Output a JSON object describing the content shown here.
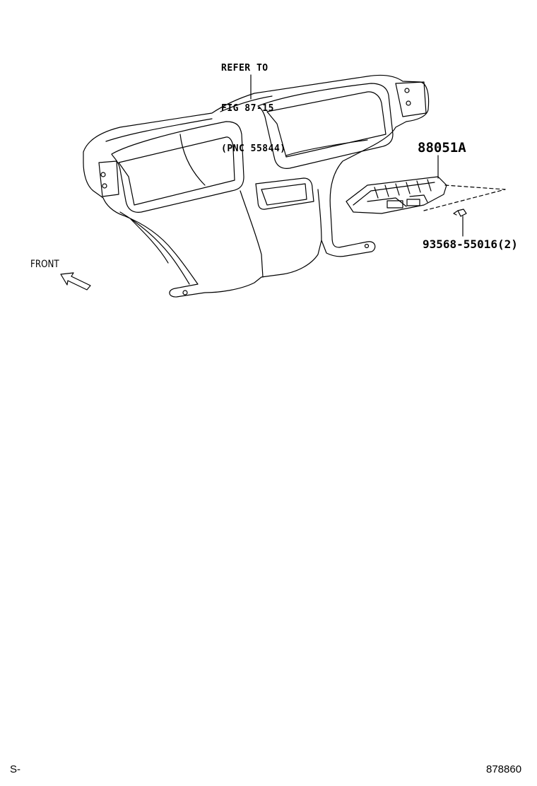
{
  "refer": {
    "line1": "REFER TO",
    "line2": "FIG 87-15",
    "line3": "(PNC 55844)"
  },
  "parts": {
    "main": "88051A",
    "screw": "93568-55016(2)"
  },
  "direction_label": "FRONT",
  "footer": {
    "left": "S-",
    "right": "878860"
  },
  "colors": {
    "line": "#000000",
    "background": "#ffffff"
  }
}
